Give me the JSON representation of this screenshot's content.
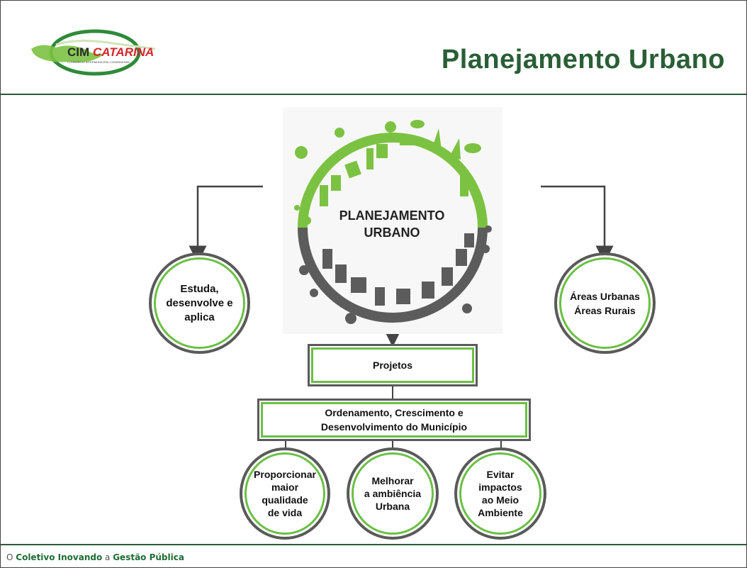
{
  "header": {
    "title": "Planejamento Urbano",
    "logo_text": "CIMCATARINA",
    "logo_sub": "CONSÓRCIO INTERMUNICIPAL CATARINENSE"
  },
  "hub": {
    "label_line1": "PLANEJAMENTO",
    "label_line2": "URBANO"
  },
  "left_circle": {
    "line1": "Estuda,",
    "line2": "desenvolve e",
    "line3": "aplica"
  },
  "right_circle": {
    "line1": "Áreas Urbanas",
    "line2": "Áreas Rurais"
  },
  "projects_box": {
    "label": "Projetos"
  },
  "order_box": {
    "line1": "Ordenamento, Crescimento e",
    "line2": "Desenvolvimento do Município"
  },
  "bottom_circles": [
    {
      "line1": "Proporcionar",
      "line2": "maior",
      "line3": "qualidade",
      "line4": "de vida"
    },
    {
      "line1": "Melhorar",
      "line2": "a ambiência",
      "line3": "Urbana"
    },
    {
      "line1": "Evitar",
      "line2": "impactos",
      "line3": "ao Meio",
      "line4": "Ambiente"
    }
  ],
  "footer": {
    "part1": "O ",
    "part2": "Coletivo Inovando",
    "part3": " a ",
    "part4": "Gestão Pública"
  },
  "colors": {
    "brand_green": "#2a5e36",
    "accent_green": "#6bbf45",
    "gray": "#5a5a5a"
  }
}
